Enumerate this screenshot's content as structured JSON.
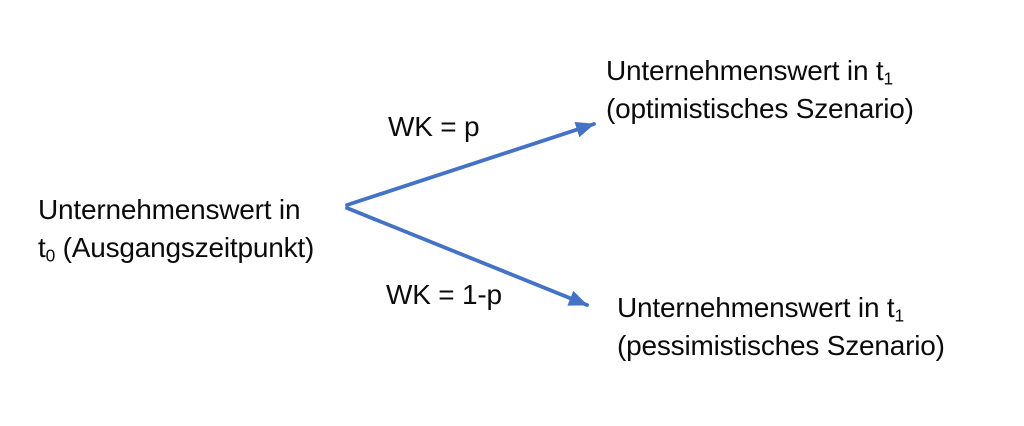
{
  "diagram": {
    "title_semantic": "binomial-scenario-tree",
    "root": {
      "line1": "Unternehmenswert in",
      "line2_prefix": "t",
      "line2_subscript": "0",
      "line2_suffix": " (Ausgangszeitpunkt)"
    },
    "branches": {
      "up": {
        "probability_label": "WK = p"
      },
      "down": {
        "probability_label": "WK = 1-p"
      }
    },
    "outcome_up": {
      "line1_prefix": "Unternehmenswert in t",
      "line1_subscript": "1",
      "line2": "(optimistisches Szenario)"
    },
    "outcome_down": {
      "line1_prefix": "Unternehmenswert in t",
      "line1_subscript": "1",
      "line2": "(pessimistisches Szenario)"
    }
  },
  "colors": {
    "arrow": "#4472C4",
    "text": "#0b0b0b",
    "background": "#ffffff"
  }
}
